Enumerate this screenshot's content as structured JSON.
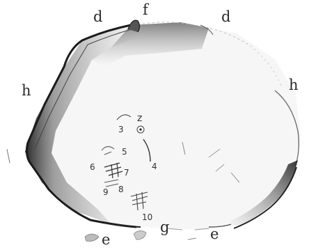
{
  "figure": {
    "labels": {
      "d_left": "d",
      "f": "f",
      "d_right": "d",
      "h_left": "h",
      "h_right": "h",
      "z": "z",
      "n3": "3",
      "n4": "4",
      "n5": "5",
      "n6": "6",
      "n7": "7",
      "n8": "8",
      "n9": "9",
      "n10": "10",
      "g": "g",
      "e_left": "e",
      "e_right": "e"
    },
    "colors": {
      "ink": "#2a2a2a",
      "shade": "#8c8c8c",
      "paper": "#ffffff"
    }
  }
}
